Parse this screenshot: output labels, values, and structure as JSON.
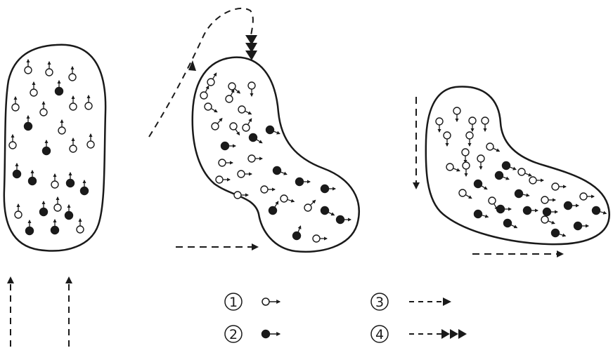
{
  "legend": {
    "items": [
      {
        "num": "1",
        "symbol": "hollow-circle-with-arrow"
      },
      {
        "num": "2",
        "symbol": "filled-circle-with-arrow"
      },
      {
        "num": "3",
        "symbol": "dashed-arrow-single-head"
      },
      {
        "num": "4",
        "symbol": "dashed-arrow-triple-head"
      }
    ]
  },
  "colors": {
    "ink": "#1a1a1a",
    "background": "#ffffff"
  }
}
